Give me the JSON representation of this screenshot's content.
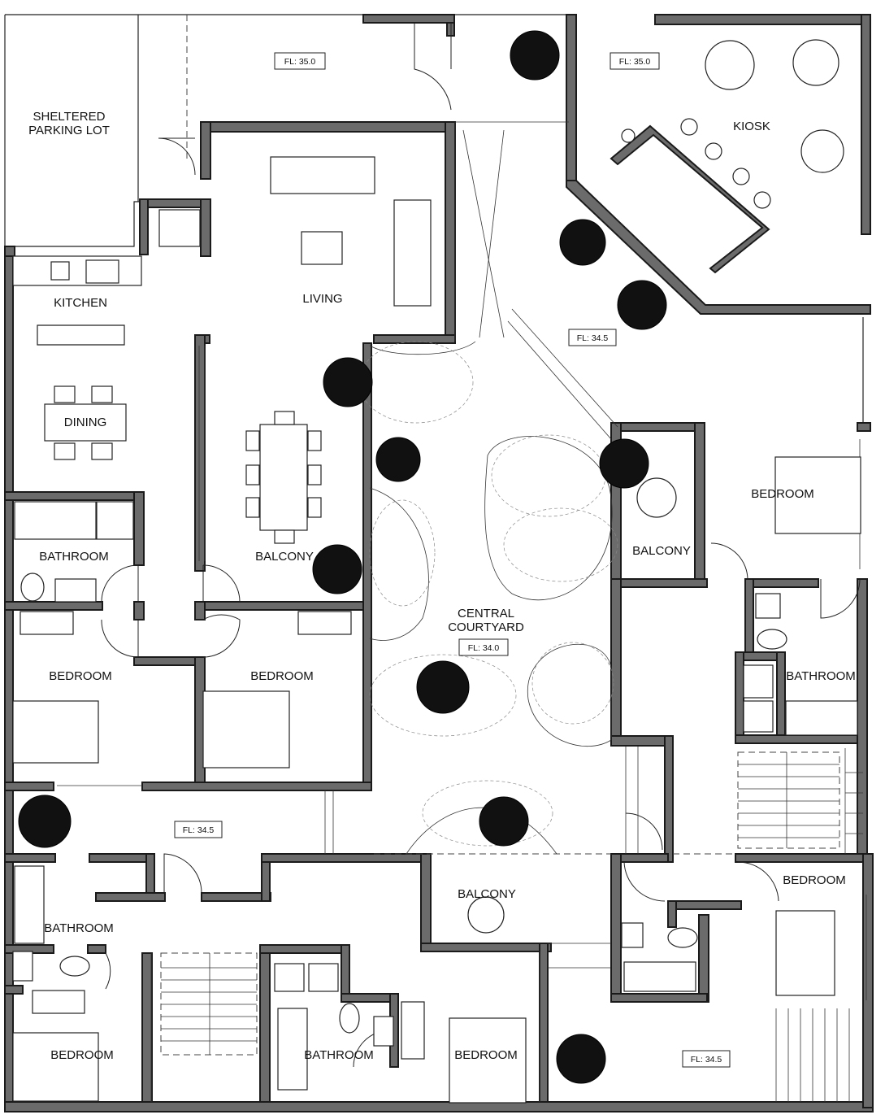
{
  "rooms": {
    "parking": "SHELTERED\nPARKING LOT",
    "living": "LIVING",
    "kitchen": "KITCHEN",
    "dining": "DINING",
    "kiosk": "KIOSK",
    "bathroom_w": "BATHROOM",
    "balcony_w": "BALCONY",
    "bedroom_w1": "BEDROOM",
    "bedroom_w2": "BEDROOM",
    "central_courtyard": "CENTRAL\nCOURTYARD",
    "balcony_e": "BALCONY",
    "bedroom_e1": "BEDROOM",
    "bathroom_e1": "BATHROOM",
    "bedroom_e2": "BEDROOM",
    "bathroom_sw": "BATHROOM",
    "balcony_s": "BALCONY",
    "bedroom_sw": "BEDROOM",
    "bathroom_s": "BATHROOM",
    "bedroom_s": "BEDROOM"
  },
  "floor_levels": {
    "north": "FL: 35.0",
    "northeast": "FL: 35.0",
    "east_court": "FL: 34.5",
    "courtyard": "FL: 34.0",
    "west_corridor": "FL: 34.5",
    "southeast": "FL: 34.5"
  },
  "colors": {
    "wall": "#6b6b6b",
    "outline": "#1a1a1a",
    "vegetation": "#888888"
  }
}
